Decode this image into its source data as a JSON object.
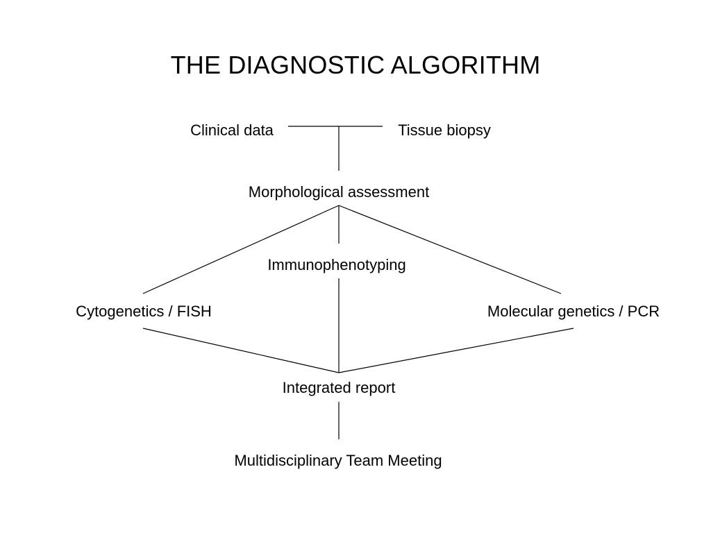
{
  "title": "THE DIAGNOSTIC ALGORITHM",
  "nodes": {
    "clinical_data": "Clinical data",
    "tissue_biopsy": "Tissue biopsy",
    "morphological_assessment": "Morphological assessment",
    "immunophenotyping": "Immunophenotyping",
    "cytogenetics_fish": "Cytogenetics / FISH",
    "molecular_genetics_pcr": "Molecular genetics / PCR",
    "integrated_report": "Integrated report",
    "multidisciplinary_team_meeting": "Multidisciplinary Team Meeting"
  },
  "colors": {
    "background": "#ffffff",
    "text": "#000000",
    "lines": "#000000"
  }
}
